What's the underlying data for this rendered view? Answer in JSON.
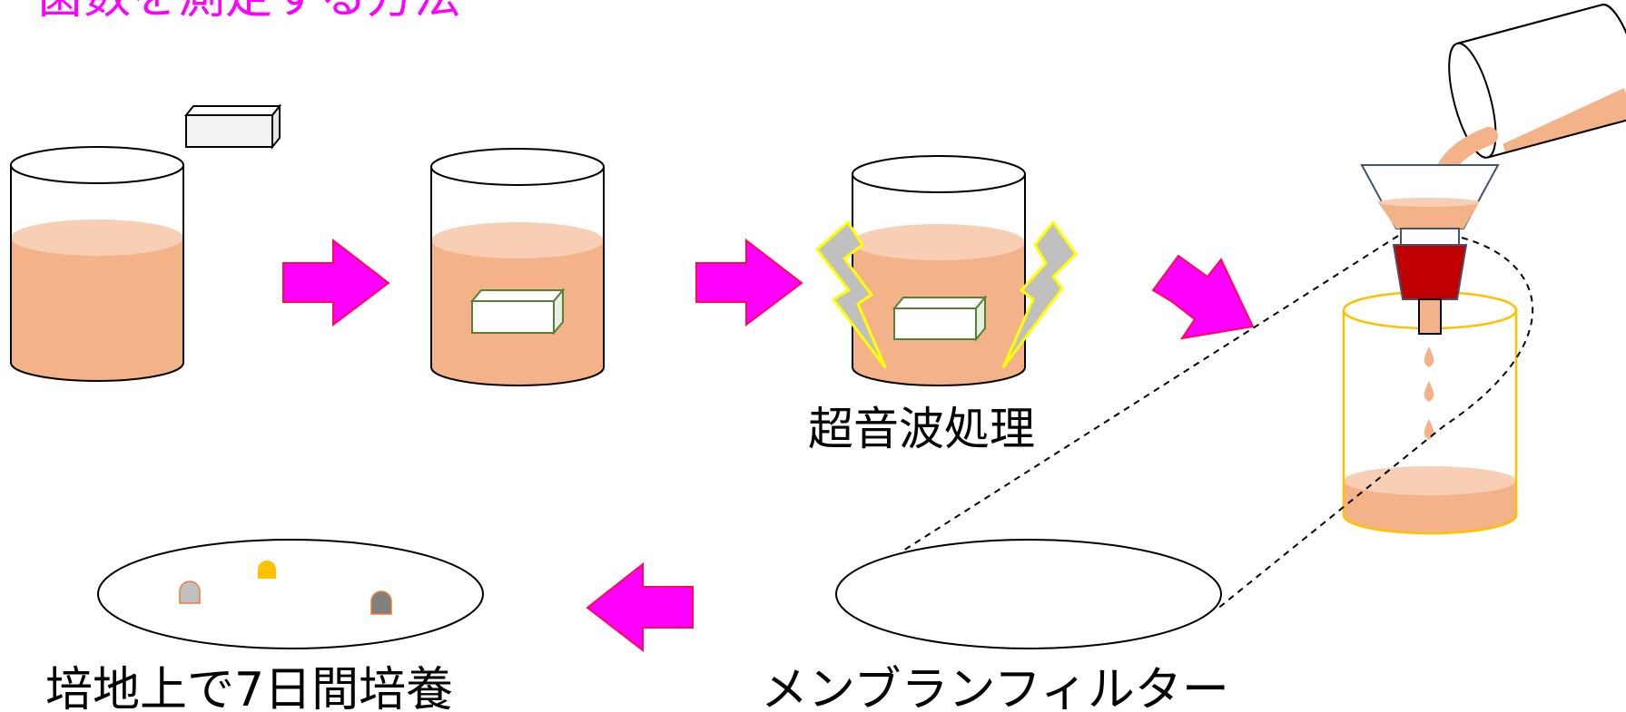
{
  "title": "菌数を測定する方法",
  "labels": {
    "sonication": "超音波処理",
    "membrane_filter": "メンブランフィルター",
    "incubation": "培地上で7日間培養"
  },
  "colors": {
    "liquid": "#f3b288",
    "liquid_surface": "#f8cfb4",
    "arrow": "#ff00ff",
    "arrow_outline": "#ff0a50",
    "lightning": "#c0c0c0",
    "lightning_outline": "#ffff00",
    "sample_block_outline": "#548235",
    "filter_holder": "#c00000",
    "flask_outline": "#ffc000",
    "colony_yellow": "#ffc000",
    "colony_gray": "#808080",
    "colony_light_gray": "#c0c0c0"
  }
}
